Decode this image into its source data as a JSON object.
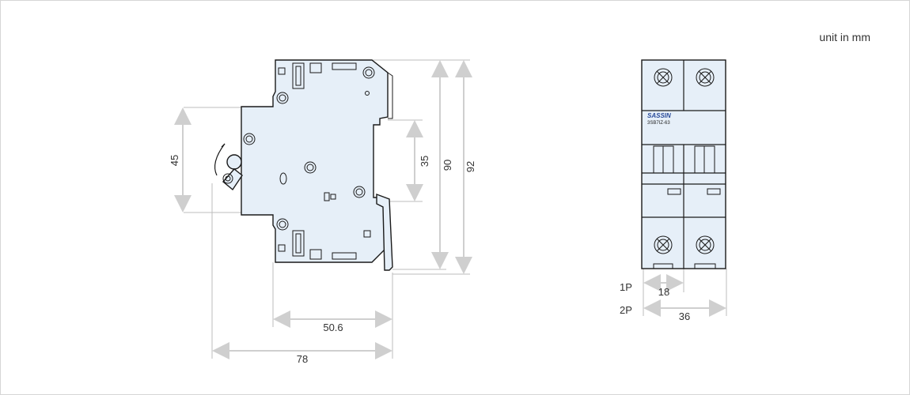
{
  "unit_note": "unit in mm",
  "side_view": {
    "dims": {
      "height_45": "45",
      "height_35": "35",
      "height_90": "90",
      "height_92": "92",
      "width_50_6": "50.6",
      "width_78": "78"
    }
  },
  "front_view": {
    "brand": "SASSIN",
    "model": "3SB7IZ-63",
    "row_1p_label": "1P",
    "row_1p_dim": "18",
    "row_2p_label": "2P",
    "row_2p_dim": "36"
  },
  "colors": {
    "body_fill": "#e6eff8",
    "dimension_arrow": "#cfcfcf",
    "outline": "#1a1a1a",
    "brand_text": "#2a4c9a"
  }
}
